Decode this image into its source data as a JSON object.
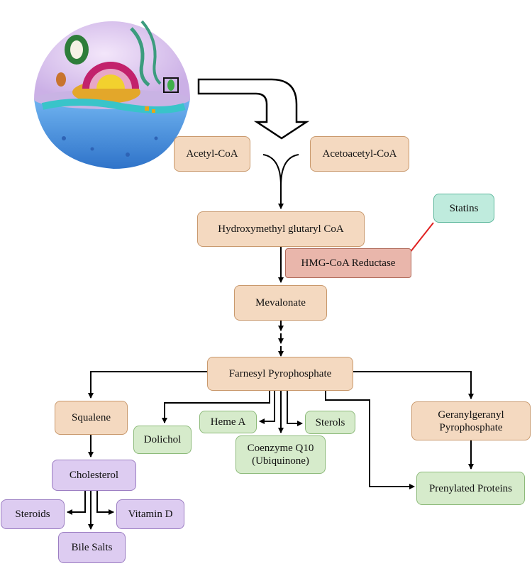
{
  "colors": {
    "orange_fill": "#F4D9C0",
    "orange_border": "#C9996D",
    "green_fill": "#D6EBCB",
    "green_border": "#8DBA7A",
    "purple_fill": "#DDCCF1",
    "purple_border": "#9B7DC2",
    "red_fill": "#E9B6AB",
    "red_border": "#B06A5A",
    "teal_fill": "#BFEBDD",
    "teal_border": "#5FB89D",
    "inhibit_line": "#E02020",
    "arrow": "#000000"
  },
  "illustration": {
    "icon": "animal-cell-cross-section-icon"
  },
  "nodes": {
    "acetyl_coa": "Acetyl-CoA",
    "acetoacetyl_coa": "Acetoacetyl-CoA",
    "hmg_coa": "Hydroxymethyl glutaryl CoA",
    "statins": "Statins",
    "hmg_coa_reductase": "HMG-CoA Reductase",
    "mevalonate": "Mevalonate",
    "farnesyl_pp": "Farnesyl Pyrophosphate",
    "squalene": "Squalene",
    "dolichol": "Dolichol",
    "heme_a": "Heme A",
    "sterols": "Sterols",
    "coenzyme_q10": "Coenzyme Q10\n(Ubiquinone)",
    "geranylgeranyl_pp": "Geranylgeranyl\nPyrophosphate",
    "cholesterol": "Cholesterol",
    "prenylated_proteins": "Prenylated Proteins",
    "steroids": "Steroids",
    "vitamin_d": "Vitamin D",
    "bile_salts": "Bile Salts"
  }
}
